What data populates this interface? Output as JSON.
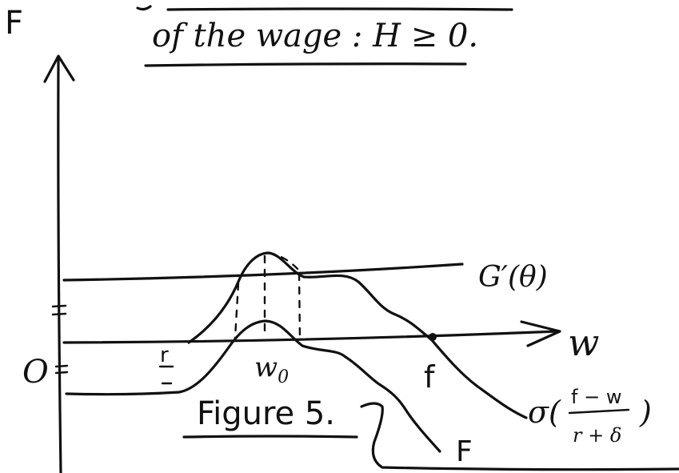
{
  "header": {
    "line2": "of the wage : H ≥ 0."
  },
  "axes": {
    "y_label": "F",
    "x_label": "w",
    "origin_label": "O"
  },
  "labels": {
    "r": "r",
    "w0": "w",
    "w0_sub": "0",
    "f": "f"
  },
  "curves": {
    "g_prime": {
      "name_main": "G",
      "name_prime": "′",
      "name_arg": "(θ)"
    },
    "sigma": {
      "prefix": "σ(",
      "numerator": "f − w",
      "denominator": "r + δ",
      "suffix": ")"
    },
    "f_curve": {
      "name": "F"
    }
  },
  "caption": {
    "text": "Figure 5."
  }
}
